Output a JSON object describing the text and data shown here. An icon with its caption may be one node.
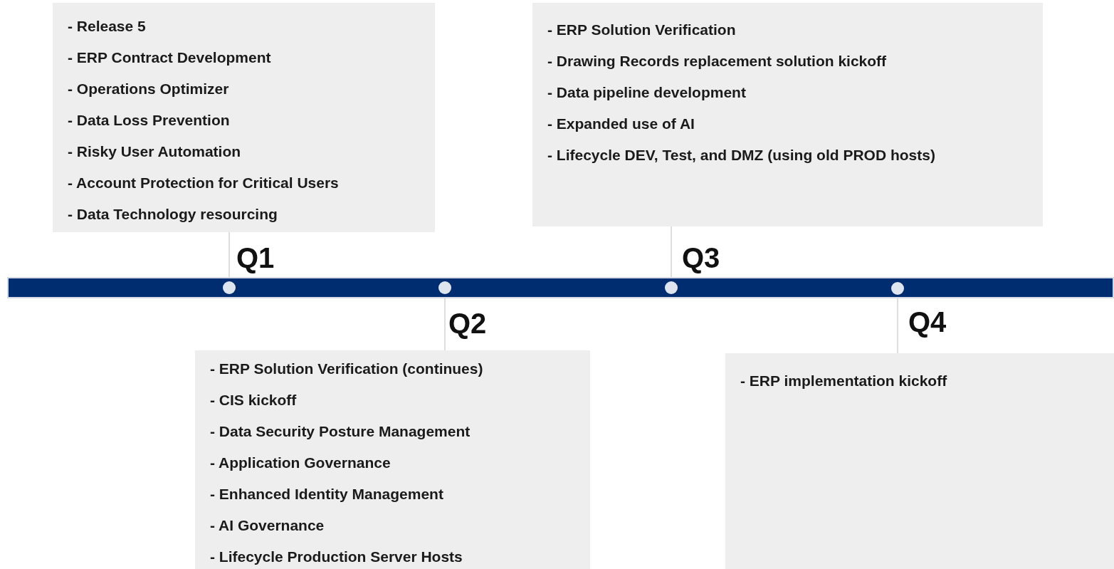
{
  "diagram": {
    "nodes": [
      {
        "text": [
          "- Release 5",
          "- ERP Contract Development",
          "- Operations Optimizer",
          "- Data Loss Prevention",
          "- Risky User Automation",
          "- Account Protection for Critical Users",
          "- Data Technology resourcing"
        ]
      },
      {
        "text": [
          "- ERP Solution Verification",
          "- Drawing Records replacement solution kickoff",
          "- Data pipeline development",
          "- Expanded use of AI",
          "- Lifecycle DEV, Test, and DMZ (using old PROD hosts)"
        ]
      },
      {
        "text": [],
        "shape": "bar"
      },
      {
        "text": [],
        "shape": "circle",
        "in": 2,
        "beside": [
          "Q1"
        ]
      },
      {
        "text": [],
        "shape": "circle",
        "in": 2,
        "beside": [
          "Q2"
        ]
      },
      {
        "text": [],
        "shape": "circle",
        "in": 2,
        "beside": [
          "Q3"
        ]
      },
      {
        "text": [],
        "shape": "circle",
        "in": 2,
        "beside": [
          "Q4"
        ]
      },
      {
        "text": [
          "- ERP Solution Verification (continues)",
          "- CIS kickoff",
          "- Data Security Posture Management",
          "- Application Governance",
          "- Enhanced Identity Management",
          "- AI Governance",
          "- Lifecycle Production Server Hosts"
        ]
      },
      {
        "text": [
          "- ERP implementation kickoff"
        ]
      }
    ],
    "edges": [
      {
        "from": 3,
        "to": 0,
        "arrow": "none"
      },
      {
        "from": 4,
        "to": 7,
        "arrow": "none"
      },
      {
        "from": 5,
        "to": 1,
        "arrow": "none"
      },
      {
        "from": 6,
        "to": 8,
        "arrow": "none"
      }
    ]
  }
}
